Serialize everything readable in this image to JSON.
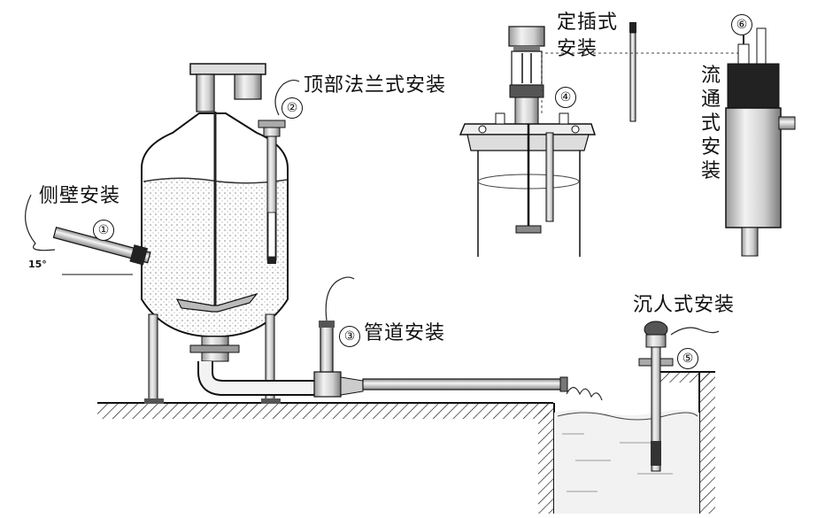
{
  "labels": {
    "side_wall": "侧壁安装",
    "top_flange": "顶部法兰式安装",
    "pipeline": "管道安装",
    "fixed_insert_line1": "定插式",
    "fixed_insert_line2": "安装",
    "flow_through": [
      "流",
      "通",
      "式",
      "安",
      "装"
    ],
    "immersion": "沉人式安装"
  },
  "markers": {
    "m1": "①",
    "m2": "②",
    "m3": "③",
    "m4": "④",
    "m5": "⑤",
    "m6": "⑥"
  },
  "angle_label": "15°"
}
